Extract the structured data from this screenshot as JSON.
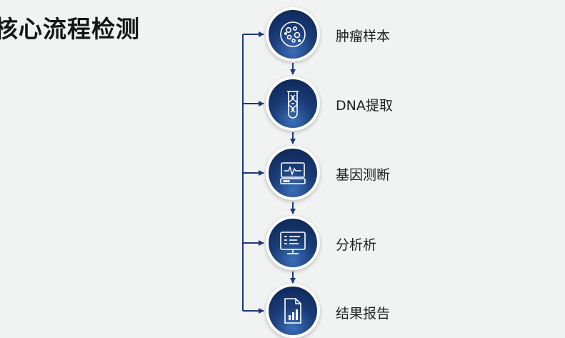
{
  "title": "核心流程检测",
  "steps": [
    {
      "label": "肿瘤样本",
      "icon": "petri-dish-icon"
    },
    {
      "label": "DNA提取",
      "icon": "dna-test-tube-icon"
    },
    {
      "label": "基因测断",
      "icon": "sequencer-machine-icon"
    },
    {
      "label": "分析析",
      "icon": "computer-monitor-icon"
    },
    {
      "label": "结果报告",
      "icon": "report-document-icon"
    }
  ],
  "colors": {
    "connector": "#1c3a7a",
    "node_dark": "#0c2350",
    "node_light": "#3b6fb8"
  }
}
